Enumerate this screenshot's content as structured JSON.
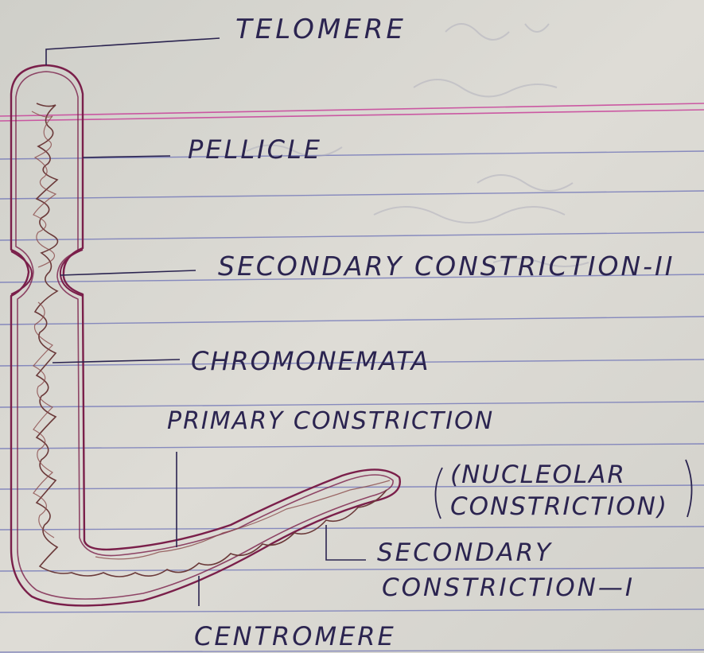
{
  "labels": {
    "telomere": "TELOMERE",
    "pellicle": "PELLICLE",
    "secondary_constriction_2": "SECONDARY CONSTRICTION-II",
    "chromonemata": "CHROMONEMATA",
    "primary_constriction": "PRIMARY CONSTRICTION",
    "nucleolar_line1": "(NUCLEOLAR",
    "nucleolar_line2": "CONSTRICTION)",
    "secondary_constriction_1_line1": "SECONDARY",
    "secondary_constriction_1_line2": "CONSTRICTION—I",
    "centromere": "CENTROMERE"
  },
  "colors": {
    "paper": "#d9d8d2",
    "ruled_line": "#6a6fb6",
    "margin_line": "#c8429a",
    "outline": "#7a1f4a",
    "ink": "#2b2450",
    "chromonema": "#6b3a3a"
  }
}
